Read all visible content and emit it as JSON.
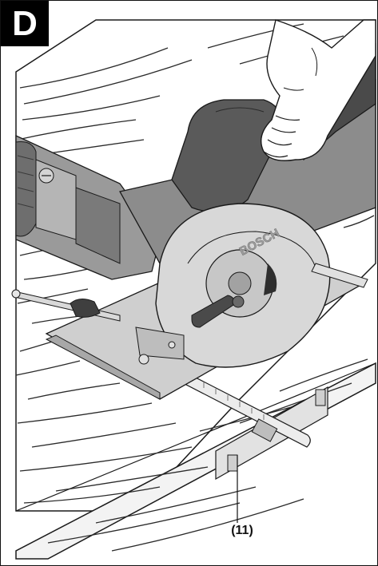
{
  "figure": {
    "label": "D",
    "callout": "(11)"
  },
  "product": {
    "brand_mark": "BOSCH"
  },
  "colors": {
    "tool_light": "#d6d6d6",
    "tool_mid": "#9a9a9a",
    "tool_dark": "#5a5a5a",
    "tool_darkest": "#3a3a3a",
    "line": "#1a1a1a",
    "board": "#ffffff"
  }
}
